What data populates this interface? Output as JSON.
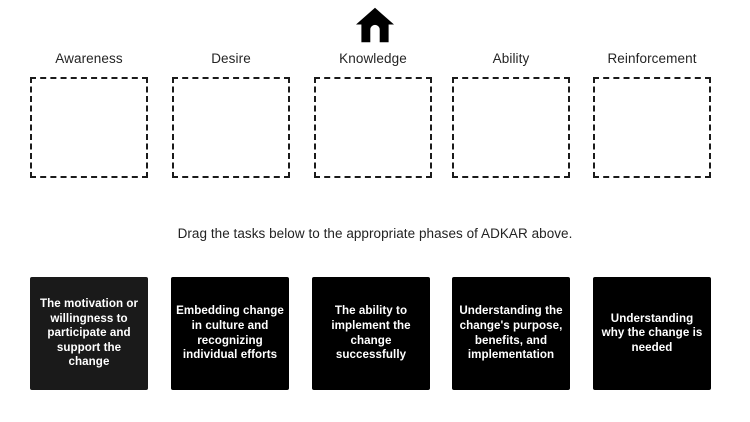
{
  "header": {
    "icon": "home-icon"
  },
  "phases": [
    {
      "label": "Awareness",
      "dropzone": "dropzone-awareness"
    },
    {
      "label": "Desire",
      "dropzone": "dropzone-desire"
    },
    {
      "label": "Knowledge",
      "dropzone": "dropzone-knowledge"
    },
    {
      "label": "Ability",
      "dropzone": "dropzone-ability"
    },
    {
      "label": "Reinforcement",
      "dropzone": "dropzone-reinforcement"
    }
  ],
  "instruction": "Drag the tasks below to the appropriate phases of ADKAR above.",
  "tasks": [
    {
      "text": "The motivation or willingness to participate and support the change"
    },
    {
      "text": "Embedding change in culture and recognizing individual efforts"
    },
    {
      "text": "The ability to implement the change successfully"
    },
    {
      "text": "Understanding the change's purpose, benefits, and implementation"
    },
    {
      "text": "Understanding why the change is needed"
    }
  ],
  "colors": {
    "background": "#ffffff",
    "card_background": "#000000",
    "card_background_first": "#1a1a1a",
    "card_text": "#ffffff",
    "label_text": "#242424",
    "dropzone_border": "#1b1b1b"
  }
}
